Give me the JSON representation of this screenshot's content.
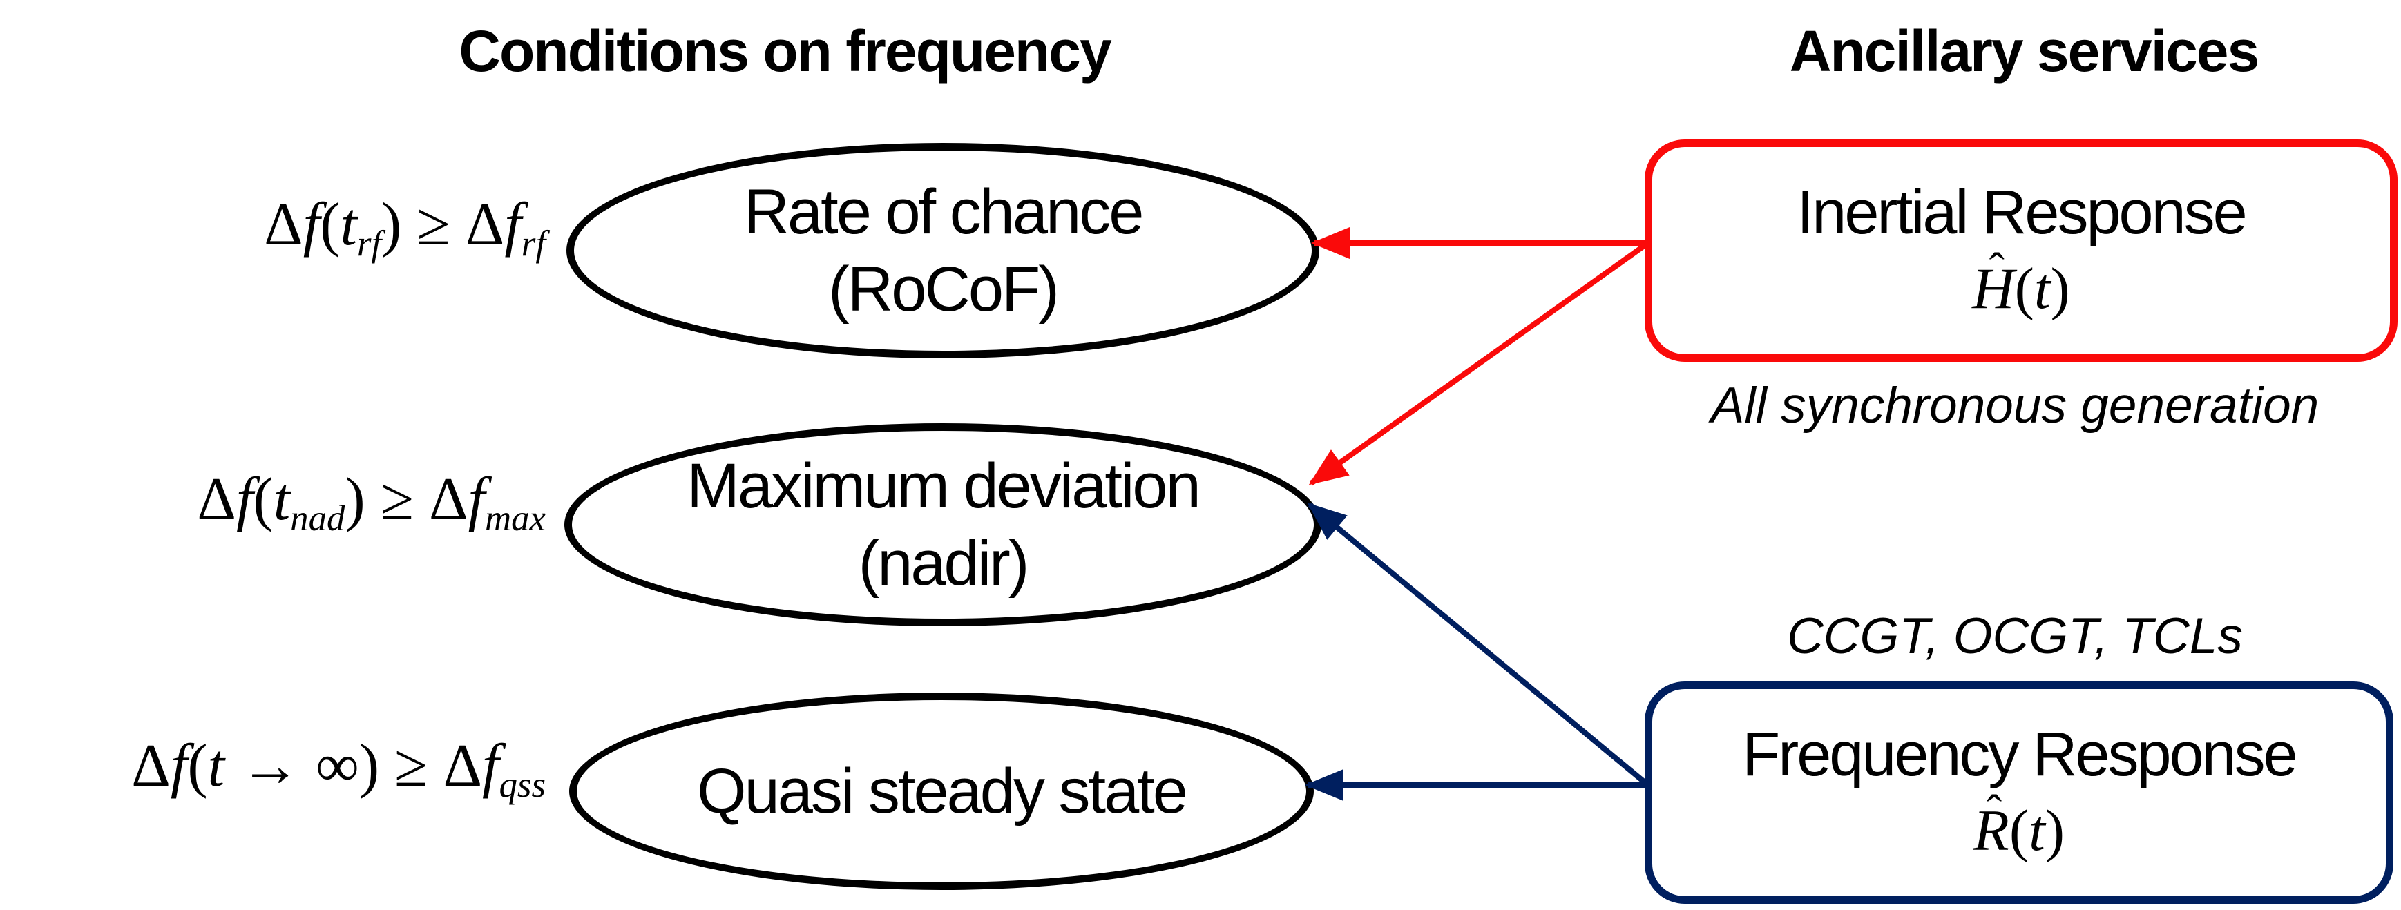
{
  "colors": {
    "red": "#fa0a0a",
    "navy": "#001f5f",
    "black": "#000000"
  },
  "math": {
    "hat_mark": "ˆ"
  },
  "headers": {
    "left": "Conditions on frequency",
    "right": "Ancillary services"
  },
  "conditions": [
    {
      "id": "rocof",
      "tokens": [
        {
          "t": "Δ",
          "s": "up"
        },
        {
          "t": "f",
          "s": "it"
        },
        {
          "t": "(",
          "s": "up"
        },
        {
          "t": "t",
          "s": "it"
        },
        {
          "t": "rf",
          "s": "sub"
        },
        {
          "t": ")",
          "s": "up"
        },
        {
          "t": " ≥ ",
          "s": "up"
        },
        {
          "t": "Δ",
          "s": "up"
        },
        {
          "t": "f",
          "s": "it"
        },
        {
          "t": "rf",
          "s": "sub"
        }
      ]
    },
    {
      "id": "nadir",
      "tokens": [
        {
          "t": "Δ",
          "s": "up"
        },
        {
          "t": "f",
          "s": "it"
        },
        {
          "t": "(",
          "s": "up"
        },
        {
          "t": "t",
          "s": "it"
        },
        {
          "t": "nad",
          "s": "sub"
        },
        {
          "t": ")",
          "s": "up"
        },
        {
          "t": " ≥ ",
          "s": "up"
        },
        {
          "t": "Δ",
          "s": "up"
        },
        {
          "t": "f",
          "s": "it"
        },
        {
          "t": "max",
          "s": "sub"
        }
      ]
    },
    {
      "id": "qss",
      "tokens": [
        {
          "t": "Δ",
          "s": "up"
        },
        {
          "t": "f",
          "s": "it"
        },
        {
          "t": "(",
          "s": "up"
        },
        {
          "t": "t",
          "s": "it"
        },
        {
          "t": " → ∞",
          "s": "up"
        },
        {
          "t": ")",
          "s": "up"
        },
        {
          "t": " ≥ ",
          "s": "up"
        },
        {
          "t": "Δ",
          "s": "up"
        },
        {
          "t": "f",
          "s": "it"
        },
        {
          "t": "qss",
          "s": "sub"
        }
      ]
    }
  ],
  "nodes": [
    {
      "id": "rocof",
      "lines": [
        "Rate of chance",
        "(RoCoF)"
      ]
    },
    {
      "id": "nadir",
      "lines": [
        "Maximum deviation",
        "(nadir)"
      ]
    },
    {
      "id": "qss",
      "lines": [
        "Quasi steady state"
      ]
    }
  ],
  "services": [
    {
      "id": "inertial",
      "title": "Inertial Response",
      "symbol_tokens": [
        {
          "t": "H",
          "s": "it",
          "hat": true
        },
        {
          "t": "(",
          "s": "up"
        },
        {
          "t": "t",
          "s": "it"
        },
        {
          "t": ")",
          "s": "up"
        }
      ],
      "caption": "All synchronous generation"
    },
    {
      "id": "frequency",
      "title": "Frequency Response",
      "symbol_tokens": [
        {
          "t": "R",
          "s": "it",
          "hat": true
        },
        {
          "t": "(",
          "s": "up"
        },
        {
          "t": "t",
          "s": "it"
        },
        {
          "t": ")",
          "s": "up"
        }
      ],
      "caption": "CCGT, OCGT, TCLs"
    }
  ]
}
